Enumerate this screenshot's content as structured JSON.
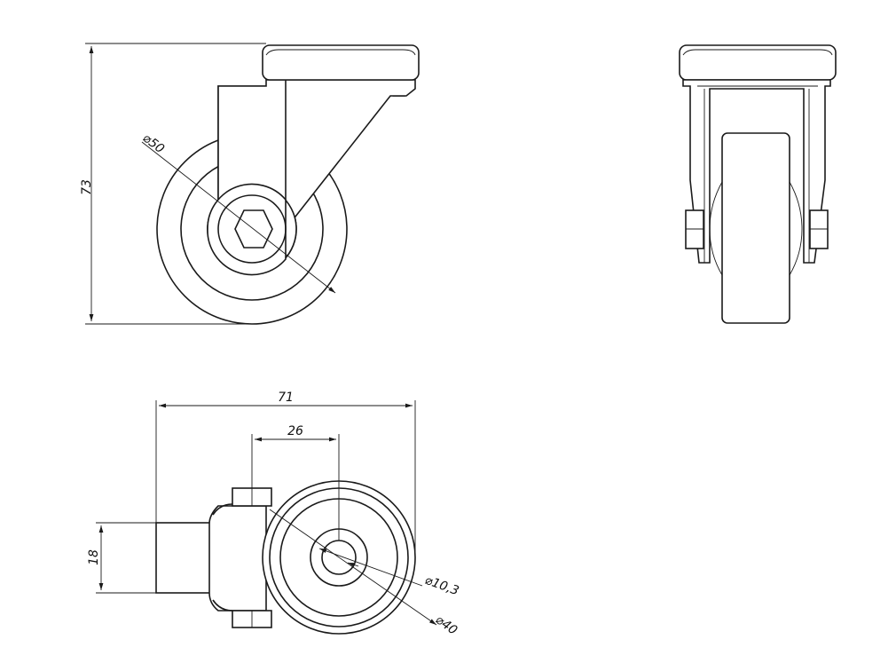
{
  "dimensions": {
    "height": "73",
    "wheel_diameter": "⌀50",
    "overall_width": "71",
    "bolt_spacing": "26",
    "plate_width": "18",
    "bore_diameter": "⌀10,3",
    "hub_diameter": "⌀40"
  },
  "views": [
    "side-view",
    "front-view",
    "top-view"
  ]
}
